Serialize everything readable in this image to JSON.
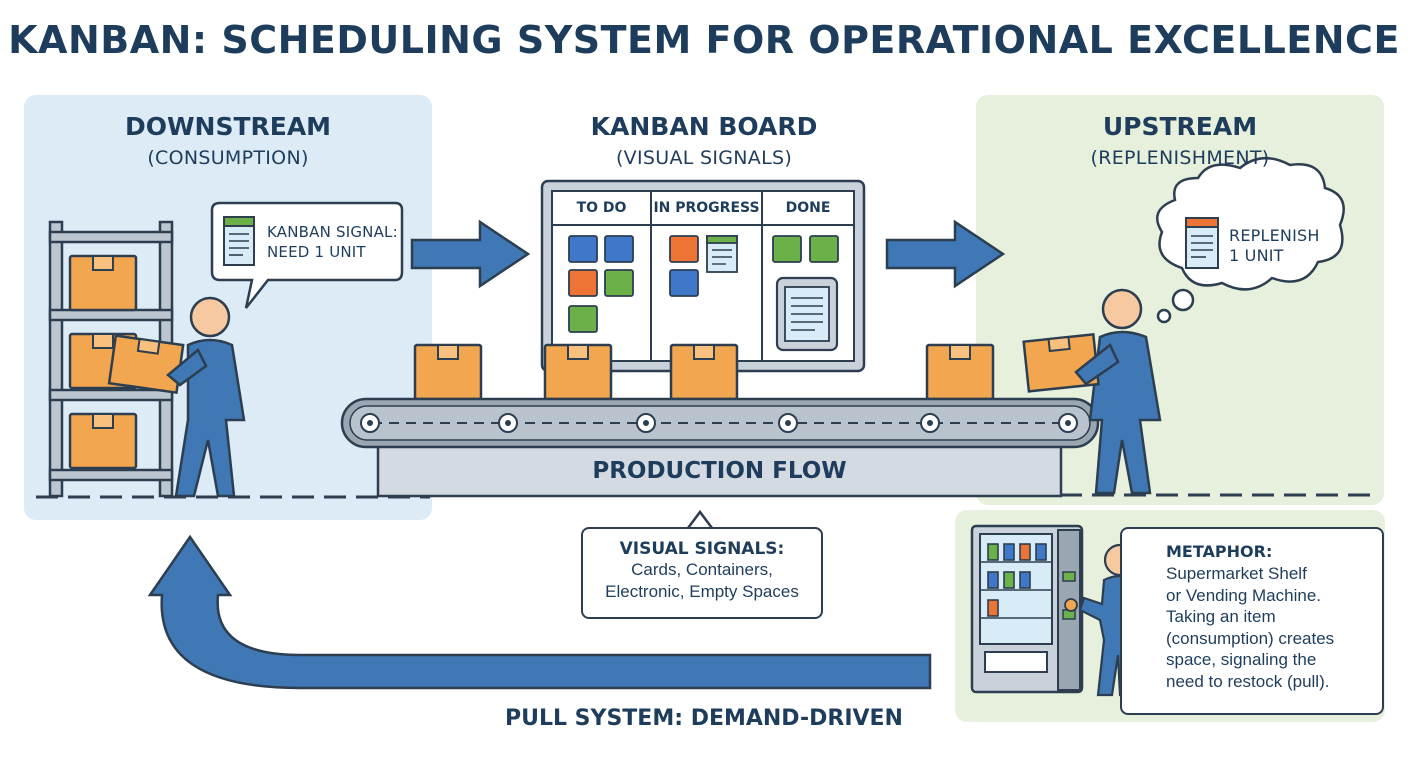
{
  "title": "KANBAN: SCHEDULING SYSTEM FOR OPERATIONAL EXCELLENCE",
  "downstream": {
    "heading": "DOWNSTREAM",
    "subheading": "(CONSUMPTION)",
    "signal_line1": "KANBAN SIGNAL:",
    "signal_line2": "NEED 1 UNIT"
  },
  "board": {
    "heading": "KANBAN BOARD",
    "subheading": "(VISUAL SIGNALS)",
    "columns": [
      "TO DO",
      "IN PROGRESS",
      "DONE"
    ]
  },
  "upstream": {
    "heading": "UPSTREAM",
    "subheading": "(REPLENISHMENT)",
    "thought_line1": "REPLENISH",
    "thought_line2": "1 UNIT"
  },
  "flow_label": "PRODUCTION FLOW",
  "visual_signals": {
    "title": "VISUAL SIGNALS:",
    "line1": "Cards, Containers,",
    "line2": "Electronic, Empty Spaces"
  },
  "metaphor": {
    "title": "METAPHOR:",
    "lines": [
      "Supermarket Shelf",
      "or Vending Machine.",
      "Taking an item",
      "(consumption) creates",
      "space, signaling the",
      "need to restock (pull)."
    ]
  },
  "pull_label": "PULL SYSTEM: DEMAND-DRIVEN",
  "colors": {
    "navy": "#1e3d5c",
    "blue": "#3f78b5",
    "orange": "#f2a650",
    "downstream_bg": "#dcebf6",
    "upstream_bg": "#e7f0dc",
    "note_blue": "#3f78c8",
    "note_orange": "#ee7436",
    "note_green": "#6cb04a"
  }
}
